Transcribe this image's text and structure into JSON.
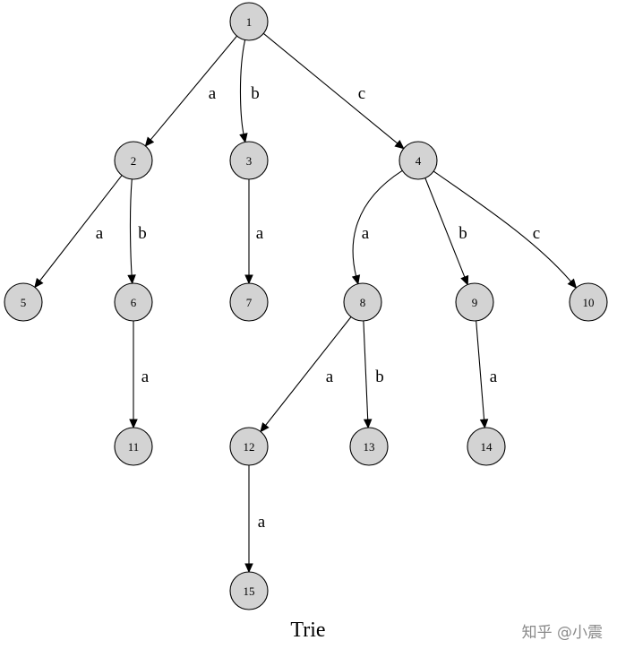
{
  "diagram": {
    "caption": "Trie",
    "nodes": [
      {
        "id": "1",
        "label": "1"
      },
      {
        "id": "2",
        "label": "2"
      },
      {
        "id": "3",
        "label": "3"
      },
      {
        "id": "4",
        "label": "4"
      },
      {
        "id": "5",
        "label": "5"
      },
      {
        "id": "6",
        "label": "6"
      },
      {
        "id": "7",
        "label": "7"
      },
      {
        "id": "8",
        "label": "8"
      },
      {
        "id": "9",
        "label": "9"
      },
      {
        "id": "10",
        "label": "10"
      },
      {
        "id": "11",
        "label": "11"
      },
      {
        "id": "12",
        "label": "12"
      },
      {
        "id": "13",
        "label": "13"
      },
      {
        "id": "14",
        "label": "14"
      },
      {
        "id": "15",
        "label": "15"
      }
    ],
    "edges": [
      {
        "from": "1",
        "to": "2",
        "label": "a"
      },
      {
        "from": "1",
        "to": "3",
        "label": "b"
      },
      {
        "from": "1",
        "to": "4",
        "label": "c"
      },
      {
        "from": "2",
        "to": "5",
        "label": "a"
      },
      {
        "from": "2",
        "to": "6",
        "label": "b"
      },
      {
        "from": "3",
        "to": "7",
        "label": "a"
      },
      {
        "from": "4",
        "to": "8",
        "label": "a"
      },
      {
        "from": "4",
        "to": "9",
        "label": "b"
      },
      {
        "from": "4",
        "to": "10",
        "label": "c"
      },
      {
        "from": "6",
        "to": "11",
        "label": "a"
      },
      {
        "from": "8",
        "to": "12",
        "label": "a"
      },
      {
        "from": "8",
        "to": "13",
        "label": "b"
      },
      {
        "from": "9",
        "to": "14",
        "label": "a"
      },
      {
        "from": "12",
        "to": "15",
        "label": "a"
      }
    ]
  },
  "watermark": "知乎 @小震"
}
